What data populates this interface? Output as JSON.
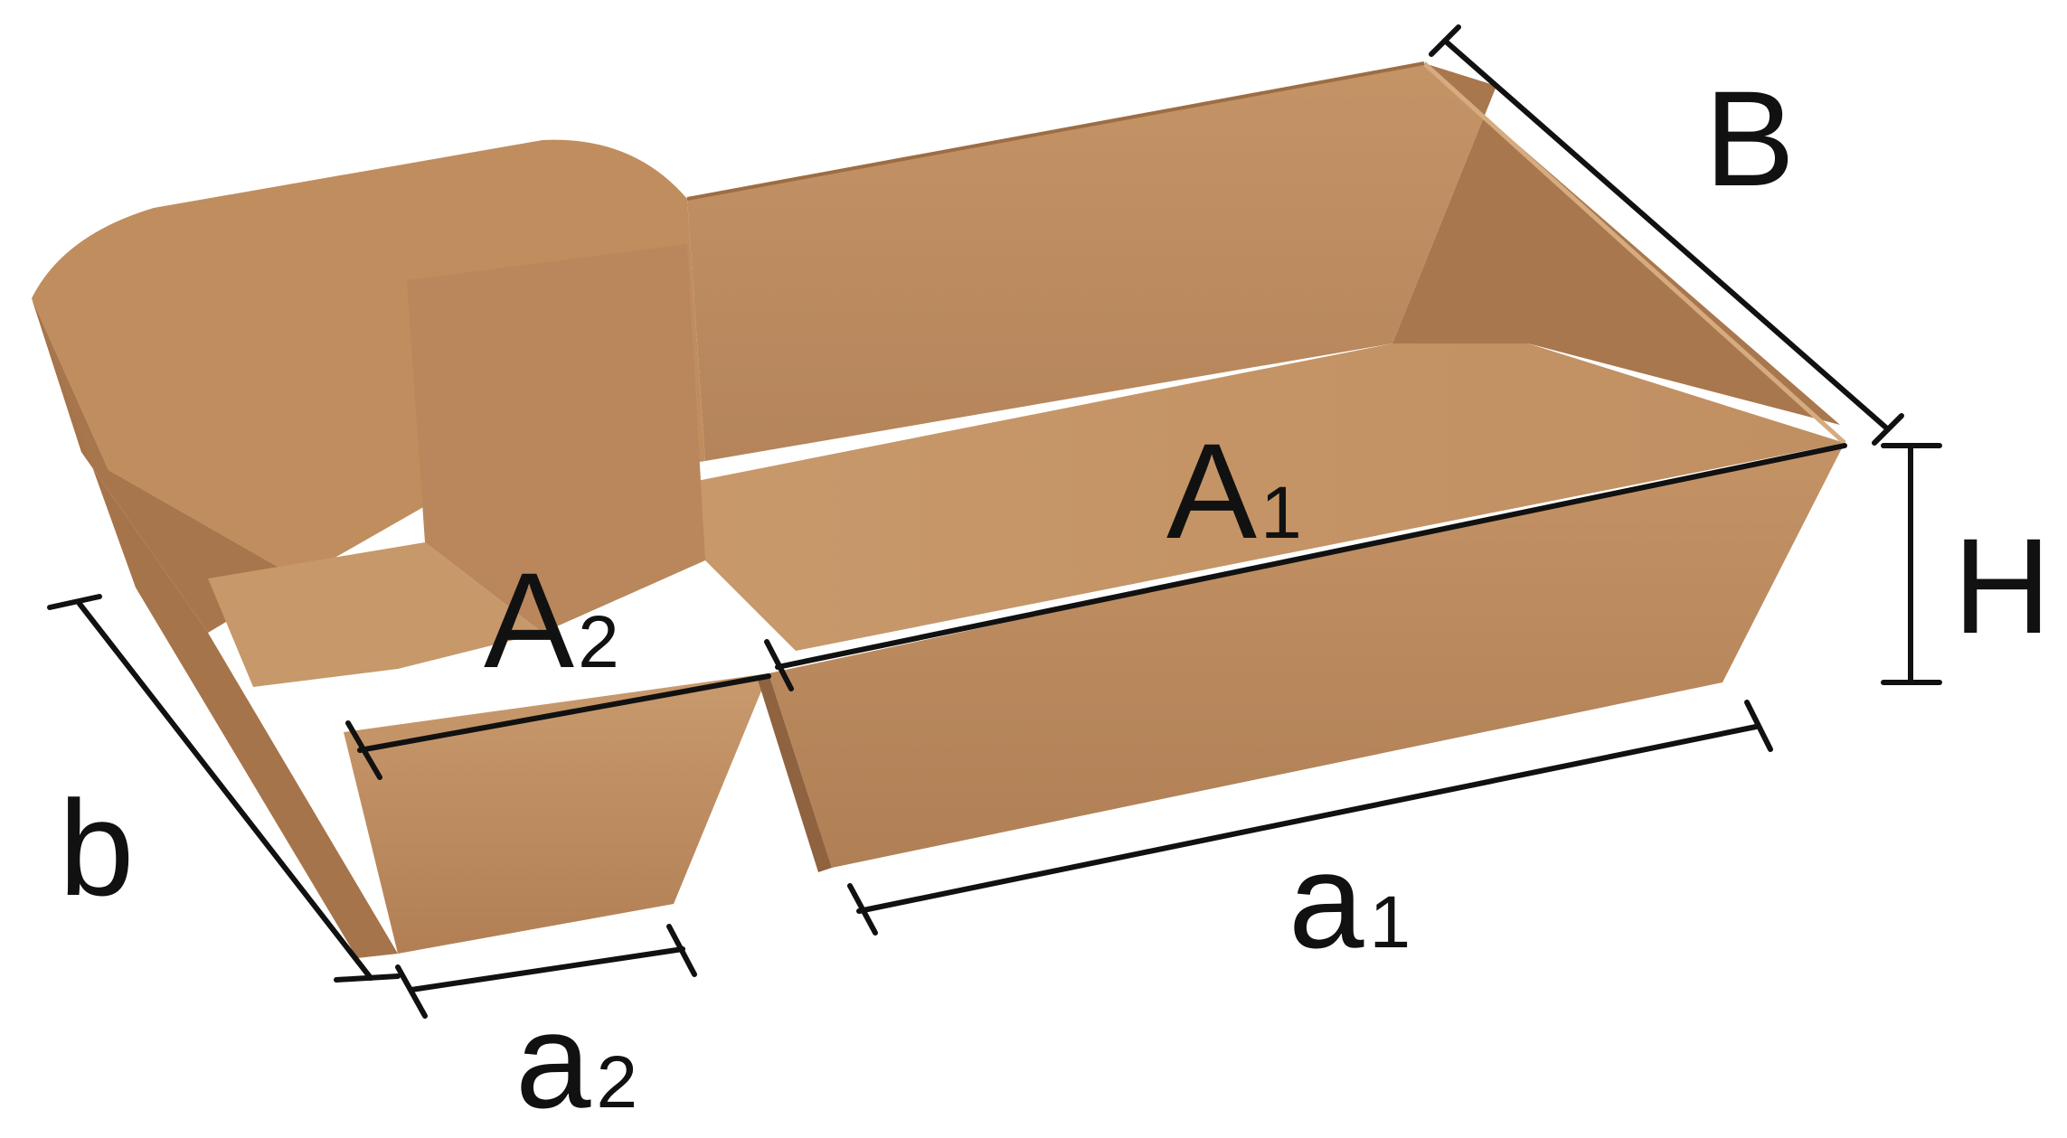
{
  "diagram": {
    "object": "two-compartment kraft paper food tray",
    "colors": {
      "kraft_light": "#c99a6c",
      "kraft_mid": "#b7865a",
      "kraft_dark": "#9f6f46",
      "kraft_shadow": "#8a5e3a",
      "dimension_line": "#111111",
      "background": "#ffffff"
    },
    "labels": {
      "B": {
        "main": "B",
        "sub": ""
      },
      "H": {
        "main": "H",
        "sub": ""
      },
      "A1": {
        "main": "A",
        "sub": "1"
      },
      "A2": {
        "main": "A",
        "sub": "2"
      },
      "a1": {
        "main": "a",
        "sub": "1"
      },
      "a2": {
        "main": "a",
        "sub": "2"
      },
      "b": {
        "main": "b",
        "sub": ""
      }
    }
  }
}
